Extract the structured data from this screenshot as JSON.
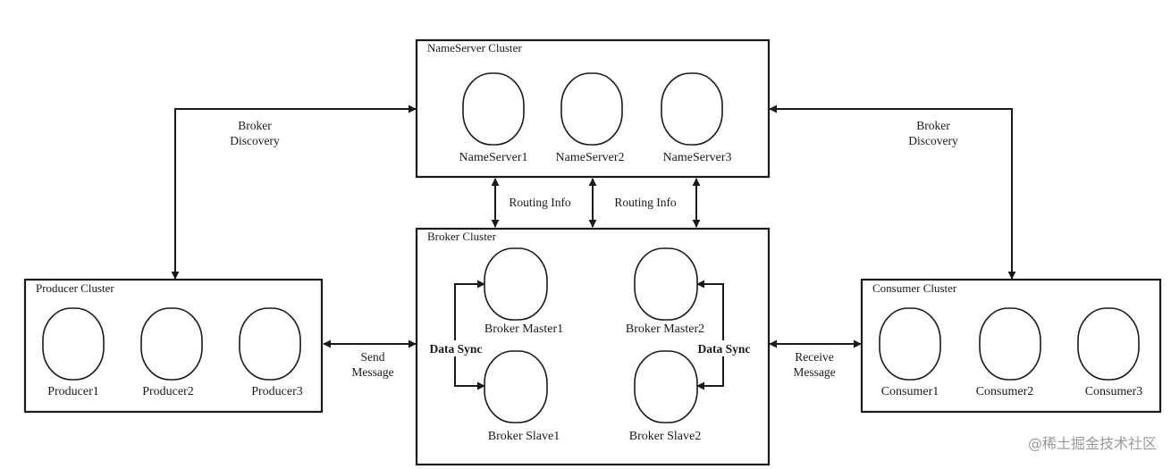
{
  "clusters": {
    "nameserver": {
      "title": "NameServer Cluster",
      "nodes": [
        "NameServer1",
        "NameServer2",
        "NameServer3"
      ]
    },
    "broker": {
      "title": "Broker Cluster",
      "masters": [
        "Broker Master1",
        "Broker Master2"
      ],
      "slaves": [
        "Broker Slave1",
        "Broker Slave2"
      ]
    },
    "producer": {
      "title": "Producer Cluster",
      "nodes": [
        "Producer1",
        "Producer2",
        "Producer3"
      ]
    },
    "consumer": {
      "title": "Consumer Cluster",
      "nodes": [
        "Consumer1",
        "Consumer2",
        "Consumer3"
      ]
    }
  },
  "edges": {
    "broker_discovery_left": [
      "Broker",
      "Discovery"
    ],
    "broker_discovery_right": [
      "Broker",
      "Discovery"
    ],
    "routing_info_1": "Routing Info",
    "routing_info_2": "Routing Info",
    "send_message": [
      "Send",
      "Message"
    ],
    "receive_message": [
      "Receive",
      "Message"
    ],
    "data_sync_1": "Data Sync",
    "data_sync_2": "Data Sync"
  },
  "watermark": "@稀土掘金技术社区"
}
